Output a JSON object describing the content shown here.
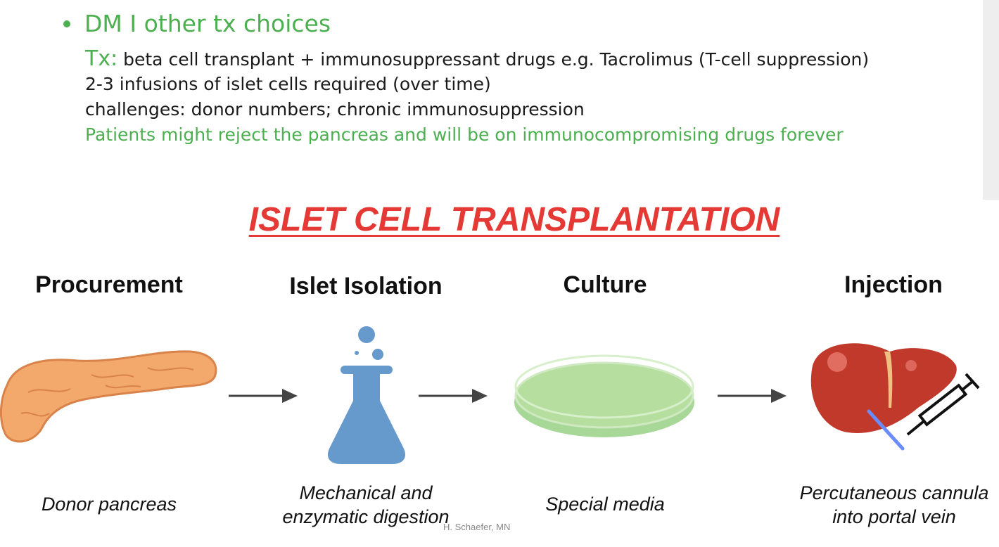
{
  "bullet": {
    "heading": "DM I other tx choices",
    "tx_prefix": "Tx:",
    "tx_text": " beta cell transplant + immunosuppressant drugs e.g. Tacrolimus (T-cell suppression)",
    "line2": "2-3 infusions of islet cells required (over time)",
    "line3": "challenges: donor numbers; chronic immunosuppression",
    "line4": "Patients might reject the pancreas and will be on immunocompromising drugs forever"
  },
  "figure": {
    "title": "ISLET CELL TRANSPLANTATION",
    "steps": [
      {
        "heading": "Procurement",
        "caption": "Donor pancreas",
        "icon": "pancreas-icon"
      },
      {
        "heading": "Islet Isolation",
        "caption": "Mechanical and\nenzymatic digestion",
        "icon": "flask-icon"
      },
      {
        "heading": "Culture",
        "caption": "Special media",
        "icon": "petri-dish-icon"
      },
      {
        "heading": "Injection",
        "caption": "Percutaneous cannula\ninto portal vein",
        "icon": "liver-syringe-icon"
      }
    ],
    "footer_credit": "H. Schaefer, MN"
  },
  "colors": {
    "green": "#4caf50",
    "title_red": "#e53935",
    "flask_blue": "#6699cc",
    "petri_green": "#a8d898",
    "pancreas_orange": "#f2a96b",
    "liver_red": "#c0392b"
  }
}
